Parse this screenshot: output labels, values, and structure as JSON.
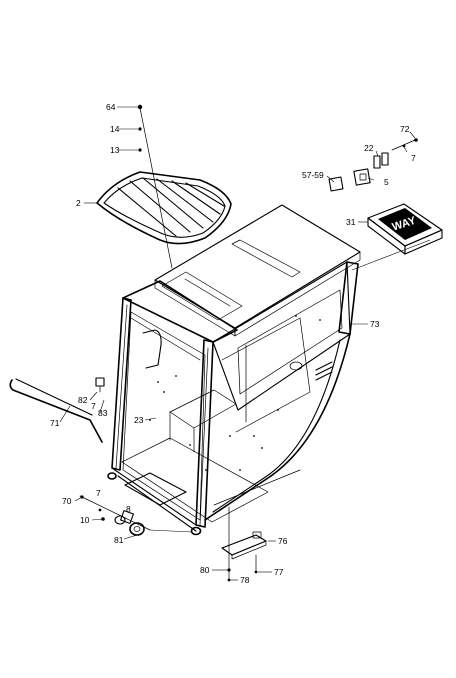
{
  "labels": {
    "p2": "2",
    "p5": "5",
    "p7a": "7",
    "p7b": "7",
    "p7c": "7",
    "p8": "8",
    "p10": "10",
    "p13": "13",
    "p14": "14",
    "p22": "22",
    "p23": "23",
    "p31": "31",
    "p57_59": "57-59",
    "p64": "64",
    "p70": "70",
    "p71": "71",
    "p72": "72",
    "p73": "73",
    "p76": "76",
    "p77": "77",
    "p78": "78",
    "p80": "80",
    "p81": "81",
    "p82": "82",
    "p83": "83"
  },
  "decal_text": "WAY",
  "colors": {
    "line": "#000000",
    "background": "#ffffff"
  }
}
